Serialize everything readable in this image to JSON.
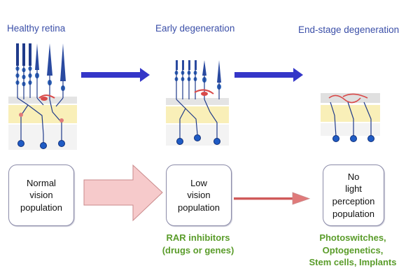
{
  "colors": {
    "title_blue": "#3b4fa8",
    "arrow_blue": "#3436c8",
    "green_text": "#5a9c2a",
    "big_arrow_fill": "#f6cacb",
    "big_arrow_stroke": "#c9898b",
    "thin_arrow": "#d05a5a",
    "rod": "#1f3a8a",
    "cell_blue": "#2d63b8",
    "band_yellow": "#f9efb8",
    "band_gray": "#e2e2e2",
    "red_cell": "#d94a4a"
  },
  "stages": [
    {
      "title": "Healthy retina",
      "population_lines": [
        "Normal",
        "vision",
        "population"
      ]
    },
    {
      "title": "Early degeneration",
      "population_lines": [
        "Low",
        "vision",
        "population"
      ]
    },
    {
      "title": "End-stage degeneration",
      "population_lines": [
        "No",
        "light",
        "perception",
        "population"
      ]
    }
  ],
  "treatments": [
    {
      "lines": [
        "RAR inhibitors",
        "(drugs or genes)"
      ]
    },
    {
      "lines": [
        "Photoswitches,",
        "Optogenetics,",
        "Stem cells, Implants"
      ]
    }
  ]
}
